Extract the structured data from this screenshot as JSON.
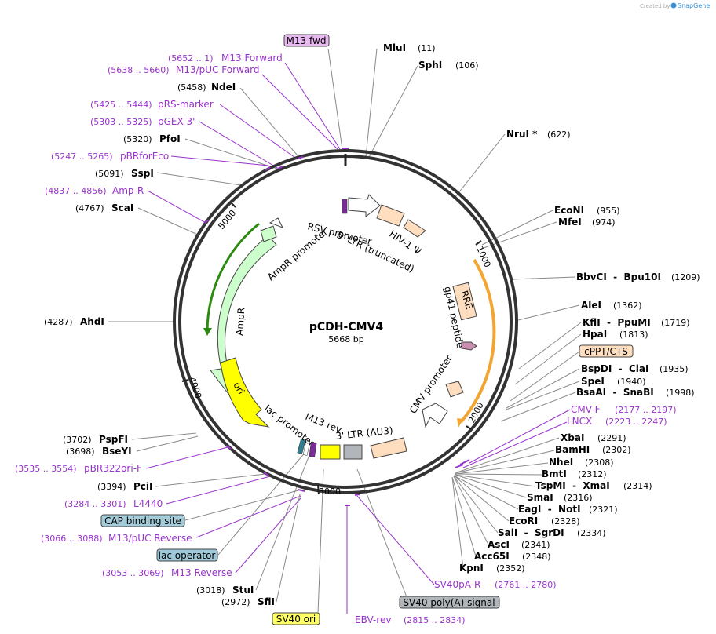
{
  "watermark": {
    "created_by": "Created by",
    "brand": "SnapGene"
  },
  "plasmid": {
    "name": "pCDH-CMV4",
    "size": "5668 bp",
    "length": 5668
  },
  "ticks": [
    {
      "pos": 1000,
      "label": "1000"
    },
    {
      "pos": 2000,
      "label": "2000"
    },
    {
      "pos": 3000,
      "label": "3000"
    },
    {
      "pos": 4000,
      "label": "4000"
    },
    {
      "pos": 5000,
      "label": "5000"
    }
  ],
  "colors": {
    "ampr": "#ccffcc",
    "ampr_promoter": "#ccffcc",
    "ori": "#ffff00",
    "ltr": "#ffdec0",
    "cmv_promoter": "#ffffff",
    "rsv_promoter": "#ffffff",
    "sv40_ori": "#ffff66",
    "cap_site": "#a5ccd9",
    "lac_operator": "#9ec9d9",
    "gray_feature": "#b0b6ba",
    "gp41": "#c98fb0",
    "primer": "#9933cc",
    "orange_arc": "#f3a531",
    "green_arc": "#2d8a10"
  },
  "features_inner": {
    "rsv_promoter": "RSV promoter",
    "ltr5": "5' LTR (truncated)",
    "hiv": "HIV-1 Ψ",
    "rre": "RRE",
    "gp41": "gp41 peptide",
    "cmv": "CMV promoter",
    "ltr3": "3' LTR (ΔU3)",
    "m13rev": "M13 rev",
    "lacprom": "lac promoter",
    "ori": "ori",
    "ampr": "AmpR",
    "amprprom": "AmpR promoter"
  },
  "labels_left": [
    {
      "id": "m13fwd_box",
      "kind": "box",
      "text": "M13 fwd",
      "color": "#e8b8f0"
    },
    {
      "id": "m13fwd",
      "kind": "primer",
      "coord": "(5652 .. 1)",
      "name": "M13 Forward"
    },
    {
      "id": "m13puc",
      "kind": "primer",
      "coord": "(5638 .. 5660)",
      "name": "M13/pUC Forward"
    },
    {
      "id": "ndei",
      "kind": "enz",
      "coord": "(5458)",
      "name": "NdeI"
    },
    {
      "id": "prs",
      "kind": "primer",
      "coord": "(5425 .. 5444)",
      "name": "pRS-marker"
    },
    {
      "id": "pgex",
      "kind": "primer",
      "coord": "(5303 .. 5325)",
      "name": "pGEX 3'"
    },
    {
      "id": "pfoi",
      "kind": "enz",
      "coord": "(5320)",
      "name": "PfoI"
    },
    {
      "id": "pbrfor",
      "kind": "primer",
      "coord": "(5247 .. 5265)",
      "name": "pBRforEco"
    },
    {
      "id": "sspi",
      "kind": "enz",
      "coord": "(5091)",
      "name": "SspI"
    },
    {
      "id": "ampr",
      "kind": "primer",
      "coord": "(4837 .. 4856)",
      "name": "Amp-R"
    },
    {
      "id": "scai",
      "kind": "enz",
      "coord": "(4767)",
      "name": "ScaI"
    },
    {
      "id": "ahdi",
      "kind": "enz",
      "coord": "(4287)",
      "name": "AhdI"
    },
    {
      "id": "pspfi",
      "kind": "enz",
      "coord": "(3702)",
      "name": "PspFI"
    },
    {
      "id": "bseyi",
      "kind": "enz",
      "coord": "(3698)",
      "name": "BseYI"
    },
    {
      "id": "pbr322",
      "kind": "primer",
      "coord": "(3535 .. 3554)",
      "name": "pBR322ori-F"
    },
    {
      "id": "pcii",
      "kind": "enz",
      "coord": "(3394)",
      "name": "PciI"
    },
    {
      "id": "l4440",
      "kind": "primer",
      "coord": "(3284 .. 3301)",
      "name": "L4440"
    },
    {
      "id": "cap",
      "kind": "box",
      "text": "CAP binding site",
      "color": "#a5ccd9"
    },
    {
      "id": "m13pucrev",
      "kind": "primer",
      "coord": "(3066 .. 3088)",
      "name": "M13/pUC Reverse"
    },
    {
      "id": "lacop",
      "kind": "box",
      "text": "lac operator",
      "color": "#9ec9d9"
    },
    {
      "id": "m13reverse",
      "kind": "primer",
      "coord": "(3053 .. 3069)",
      "name": "M13 Reverse"
    },
    {
      "id": "stui",
      "kind": "enz",
      "coord": "(3018)",
      "name": "StuI"
    },
    {
      "id": "sfii",
      "kind": "enz",
      "coord": "(2972)",
      "name": "SfiI"
    }
  ],
  "labels_right": [
    {
      "id": "mlui",
      "kind": "enz",
      "name": "MluI",
      "coord": "(11)"
    },
    {
      "id": "sphi",
      "kind": "enz",
      "name": "SphI",
      "coord": "(106)"
    },
    {
      "id": "nrui",
      "kind": "enz",
      "name": "NruI *",
      "coord": "(622)"
    },
    {
      "id": "econi",
      "kind": "enz",
      "name": "EcoNI",
      "coord": "(955)"
    },
    {
      "id": "mfei",
      "kind": "enz",
      "name": "MfeI",
      "coord": "(974)"
    },
    {
      "id": "bbvci",
      "kind": "enz",
      "name": "BbvCI  -  Bpu10I",
      "coord": "(1209)"
    },
    {
      "id": "alei",
      "kind": "enz",
      "name": "AleI",
      "coord": "(1362)"
    },
    {
      "id": "kfli",
      "kind": "enz",
      "name": "KflI  -  PpuMI",
      "coord": "(1719)"
    },
    {
      "id": "hpai",
      "kind": "enz",
      "name": "HpaI",
      "coord": "(1813)"
    },
    {
      "id": "cppt",
      "kind": "box",
      "text": "cPPT/CTS",
      "color": "#ffdec0"
    },
    {
      "id": "bspdi",
      "kind": "enz",
      "name": "BspDI  -  ClaI",
      "coord": "(1935)"
    },
    {
      "id": "spei",
      "kind": "enz",
      "name": "SpeI",
      "coord": "(1940)"
    },
    {
      "id": "bsaai",
      "kind": "enz",
      "name": "BsaAI  -  SnaBI",
      "coord": "(1998)"
    },
    {
      "id": "cmvf",
      "kind": "primer",
      "name": "CMV-F",
      "coord": "(2177 .. 2197)"
    },
    {
      "id": "lncx",
      "kind": "primer",
      "name": "LNCX",
      "coord": "(2223 .. 2247)"
    },
    {
      "id": "xbai",
      "kind": "enz",
      "name": "XbaI",
      "coord": "(2291)"
    },
    {
      "id": "bamhi",
      "kind": "enz",
      "name": "BamHI",
      "coord": "(2302)"
    },
    {
      "id": "nhei",
      "kind": "enz",
      "name": "NheI",
      "coord": "(2308)"
    },
    {
      "id": "bmti",
      "kind": "enz",
      "name": "BmtI",
      "coord": "(2312)"
    },
    {
      "id": "tspmi",
      "kind": "enz",
      "name": "TspMI  -  XmaI",
      "coord": "(2314)"
    },
    {
      "id": "smai",
      "kind": "enz",
      "name": "SmaI",
      "coord": "(2316)"
    },
    {
      "id": "eagi",
      "kind": "enz",
      "name": "EagI  -  NotI",
      "coord": "(2321)"
    },
    {
      "id": "ecori",
      "kind": "enz",
      "name": "EcoRI",
      "coord": "(2328)"
    },
    {
      "id": "sali",
      "kind": "enz",
      "name": "SalI  -  SgrDI",
      "coord": "(2334)"
    },
    {
      "id": "asci",
      "kind": "enz",
      "name": "AscI",
      "coord": "(2341)"
    },
    {
      "id": "acc65i",
      "kind": "enz",
      "name": "Acc65I",
      "coord": "(2348)"
    },
    {
      "id": "kpni",
      "kind": "enz",
      "name": "KpnI",
      "coord": "(2352)"
    },
    {
      "id": "sv40par",
      "kind": "primer",
      "name": "SV40pA-R",
      "coord": "(2761 .. 2780)"
    },
    {
      "id": "sv40polya",
      "kind": "box",
      "text": "SV40 poly(A) signal",
      "color": "#b0b6ba"
    },
    {
      "id": "ebvrev",
      "kind": "primer",
      "name": "EBV-rev",
      "coord": "(2815 .. 2834)"
    },
    {
      "id": "sv40ori",
      "kind": "box",
      "text": "SV40 ori",
      "color": "#ffff66"
    }
  ]
}
